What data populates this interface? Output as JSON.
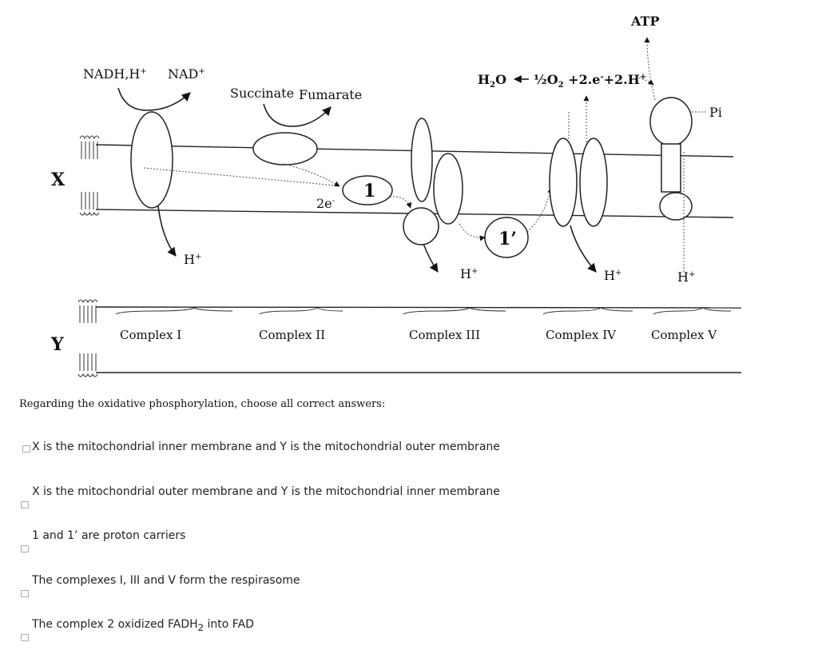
{
  "diagram": {
    "labels": {
      "x": "X",
      "y": "Y",
      "nadh": "NADH,H",
      "nadh_sup": "+",
      "nad": "NAD",
      "nad_sup": "+",
      "succinate": "Succinate",
      "fumarate": "Fumarate",
      "two_e": "2e",
      "two_e_sup": "-",
      "carrier_1": "1",
      "carrier_1p": "1’",
      "water_h": "H",
      "water_sub": "2",
      "water_o": "O",
      "half": "½",
      "o2_o": "O",
      "o2_sub": "2",
      "equation_rest": " +2.e",
      "equation_e_sup": "-",
      "equation_h": "+2.H",
      "equation_h_sup": "+",
      "atp": "ATP",
      "pi": "Pi",
      "proton": "H",
      "proton_sup": "+"
    },
    "complexes": [
      "Complex I",
      "Complex II",
      "Complex III",
      "Complex IV",
      "Complex V"
    ]
  },
  "question": "Regarding the oxidative phosphorylation, choose all correct answers:",
  "options": [
    {
      "text": "X is the mitochondrial inner membrane and Y is the mitochondrial outer membrane",
      "checked": false
    },
    {
      "text": "X is the mitochondrial outer membrane and Y is the mitochondrial inner membrane",
      "checked": false
    },
    {
      "text": "1 and 1’ are proton carriers",
      "checked": false
    },
    {
      "text": "The complexes I, III and V form the respirasome",
      "checked": false
    },
    {
      "text_pre": "The complex 2 oxidized FADH",
      "text_sub": "2",
      "text_post": " into FAD",
      "checked": false
    }
  ]
}
